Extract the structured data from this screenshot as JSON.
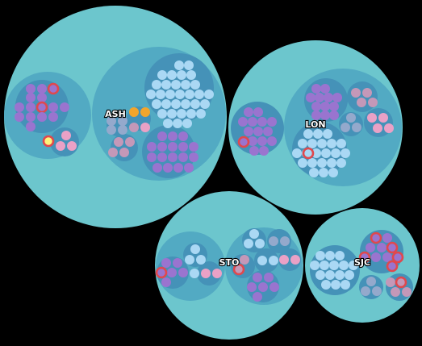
{
  "colors": {
    "background": "#000000",
    "site": "#6cc6cd",
    "cluster": "#52aac3",
    "rack": "#4592b8",
    "node_light_blue": "#aad8f4",
    "node_purple": "#9a74cf",
    "node_pink": "#eaa1c6",
    "node_orange": "#f3a52c",
    "node_mauve": "#c498b8",
    "node_slate": "#94a9cc",
    "alert_ring": "#e0484d",
    "alert_fill_yellow": "#fff47a"
  },
  "sites": [
    {
      "name": "ASH",
      "clusters": [
        {
          "racks": [
            {
              "nodes": [
                {
                  "c": "node_purple"
                },
                {
                  "c": "node_purple"
                },
                {
                  "c": "node_purple"
                },
                {
                  "c": "node_purple",
                  "alert": true
                },
                {
                  "c": "node_purple"
                },
                {
                  "c": "node_purple"
                },
                {
                  "c": "node_purple"
                },
                {
                  "c": "node_purple",
                  "alert": true
                },
                {
                  "c": "node_purple"
                },
                {
                  "c": "node_purple"
                },
                {
                  "c": "node_purple"
                },
                {
                  "c": "node_purple"
                },
                {
                  "c": "node_purple"
                },
                {
                  "c": "node_purple"
                },
                {
                  "c": "node_purple"
                }
              ]
            },
            {
              "nodes": [
                {
                  "c": "node_pink"
                },
                {
                  "c": "node_pink",
                  "alert": true,
                  "fill": "alert_fill_yellow"
                },
                {
                  "c": "node_pink"
                },
                {
                  "c": "node_pink"
                }
              ]
            }
          ]
        },
        {
          "racks": [
            {
              "nodes": "light_blue_large"
            },
            {
              "nodes": [
                {
                  "c": "node_orange"
                },
                {
                  "c": "node_orange"
                },
                {
                  "c": "node_mauve"
                },
                {
                  "c": "node_pink"
                }
              ]
            },
            {
              "nodes": [
                {
                  "c": "node_slate"
                },
                {
                  "c": "node_slate"
                },
                {
                  "c": "node_slate"
                },
                {
                  "c": "node_slate"
                }
              ]
            },
            {
              "nodes": [
                {
                  "c": "node_mauve"
                },
                {
                  "c": "node_mauve"
                },
                {
                  "c": "node_mauve"
                },
                {
                  "c": "node_mauve"
                }
              ]
            },
            {
              "nodes": "purple_large"
            }
          ]
        }
      ]
    },
    {
      "name": "LON"
    },
    {
      "name": "STO"
    },
    {
      "name": "SJC"
    }
  ]
}
